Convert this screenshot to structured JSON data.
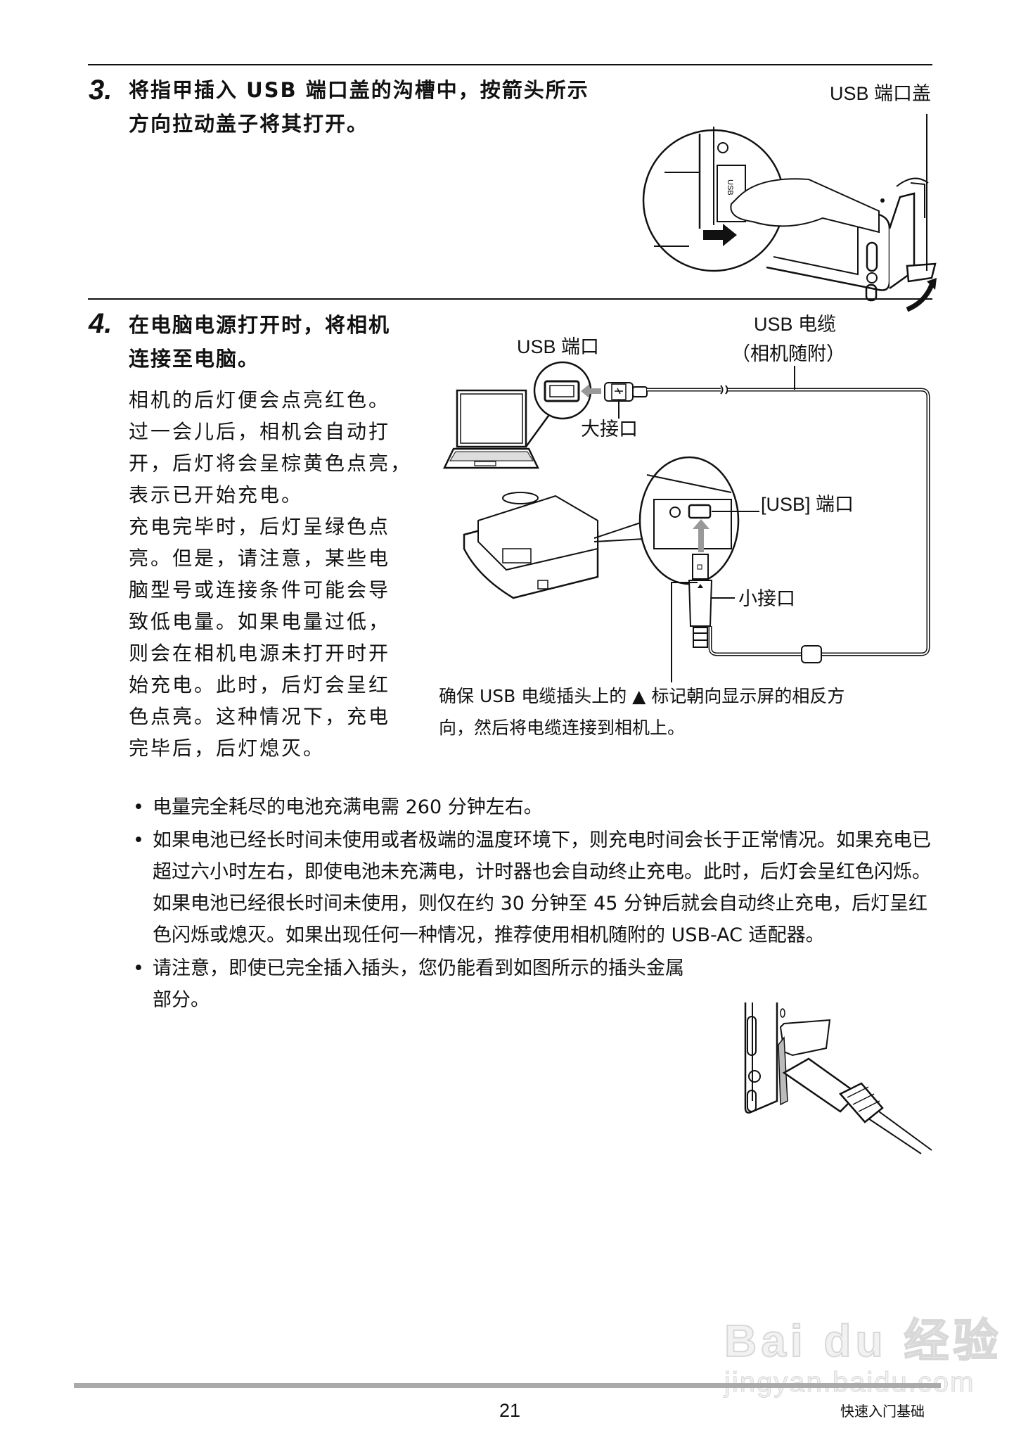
{
  "step3": {
    "number": "3.",
    "title_line1": "将指甲插入 USB 端口盖的沟槽中，按箭头所示",
    "title_line2": "方向拉动盖子将其打开。",
    "figure": {
      "label_usb_port_cover": "USB 端口盖"
    }
  },
  "step4": {
    "number": "4.",
    "title_line1": "在电脑电源打开时，将相机",
    "title_line2": "连接至电脑。",
    "body_lines": [
      "相机的后灯便会点亮红色。",
      "过一会儿后，相机会自动打",
      "开，后灯将会呈棕黄色点亮，",
      "表示已开始充电。",
      "充电完毕时，后灯呈绿色点",
      "亮。但是，请注意，某些电",
      "脑型号或连接条件可能会导",
      "致低电量。如果电量过低，",
      "则会在相机电源未打开时开",
      "始充电。此时，后灯会呈红",
      "色点亮。这种情况下，充电",
      "完毕后，后灯熄灭。"
    ],
    "figure": {
      "label_usb_port": "USB 端口",
      "label_usb_cable": "USB 电缆",
      "label_usb_cable_note": "（相机随附）",
      "label_large_connector": "大接口",
      "label_camera_usb_port": "[USB] 端口",
      "label_small_connector": "小接口",
      "caption_line1": "确保 USB 电缆插头上的 ▲ 标记朝向显示屏的相反方",
      "caption_line2": "向，然后将电缆连接到相机上。"
    }
  },
  "notes": {
    "bullet_symbol": "•",
    "items": [
      "电量完全耗尽的电池充满电需 260 分钟左右。",
      "如果电池已经长时间未使用或者极端的温度环境下，则充电时间会长于正常情况。如果充电已超过六小时左右，即使电池未充满电，计时器也会自动终止充电。此时，后灯会呈红色闪烁。如果电池已经很长时间未使用，则仅在约 30 分钟至 45 分钟后就会自动终止充电，后灯呈红色闪烁或熄灭。如果出现任何一种情况，推荐使用相机随附的 USB-AC 适配器。",
      "请注意，即使已完全插入插头，您仍能看到如图所示的插头金属部分。"
    ]
  },
  "footer": {
    "page_number": "21",
    "section": "快速入门基础",
    "bar_color": "#aaaaaa"
  },
  "watermark": {
    "brand": "Bai du 经验",
    "url": "jingyan.baidu.com"
  }
}
